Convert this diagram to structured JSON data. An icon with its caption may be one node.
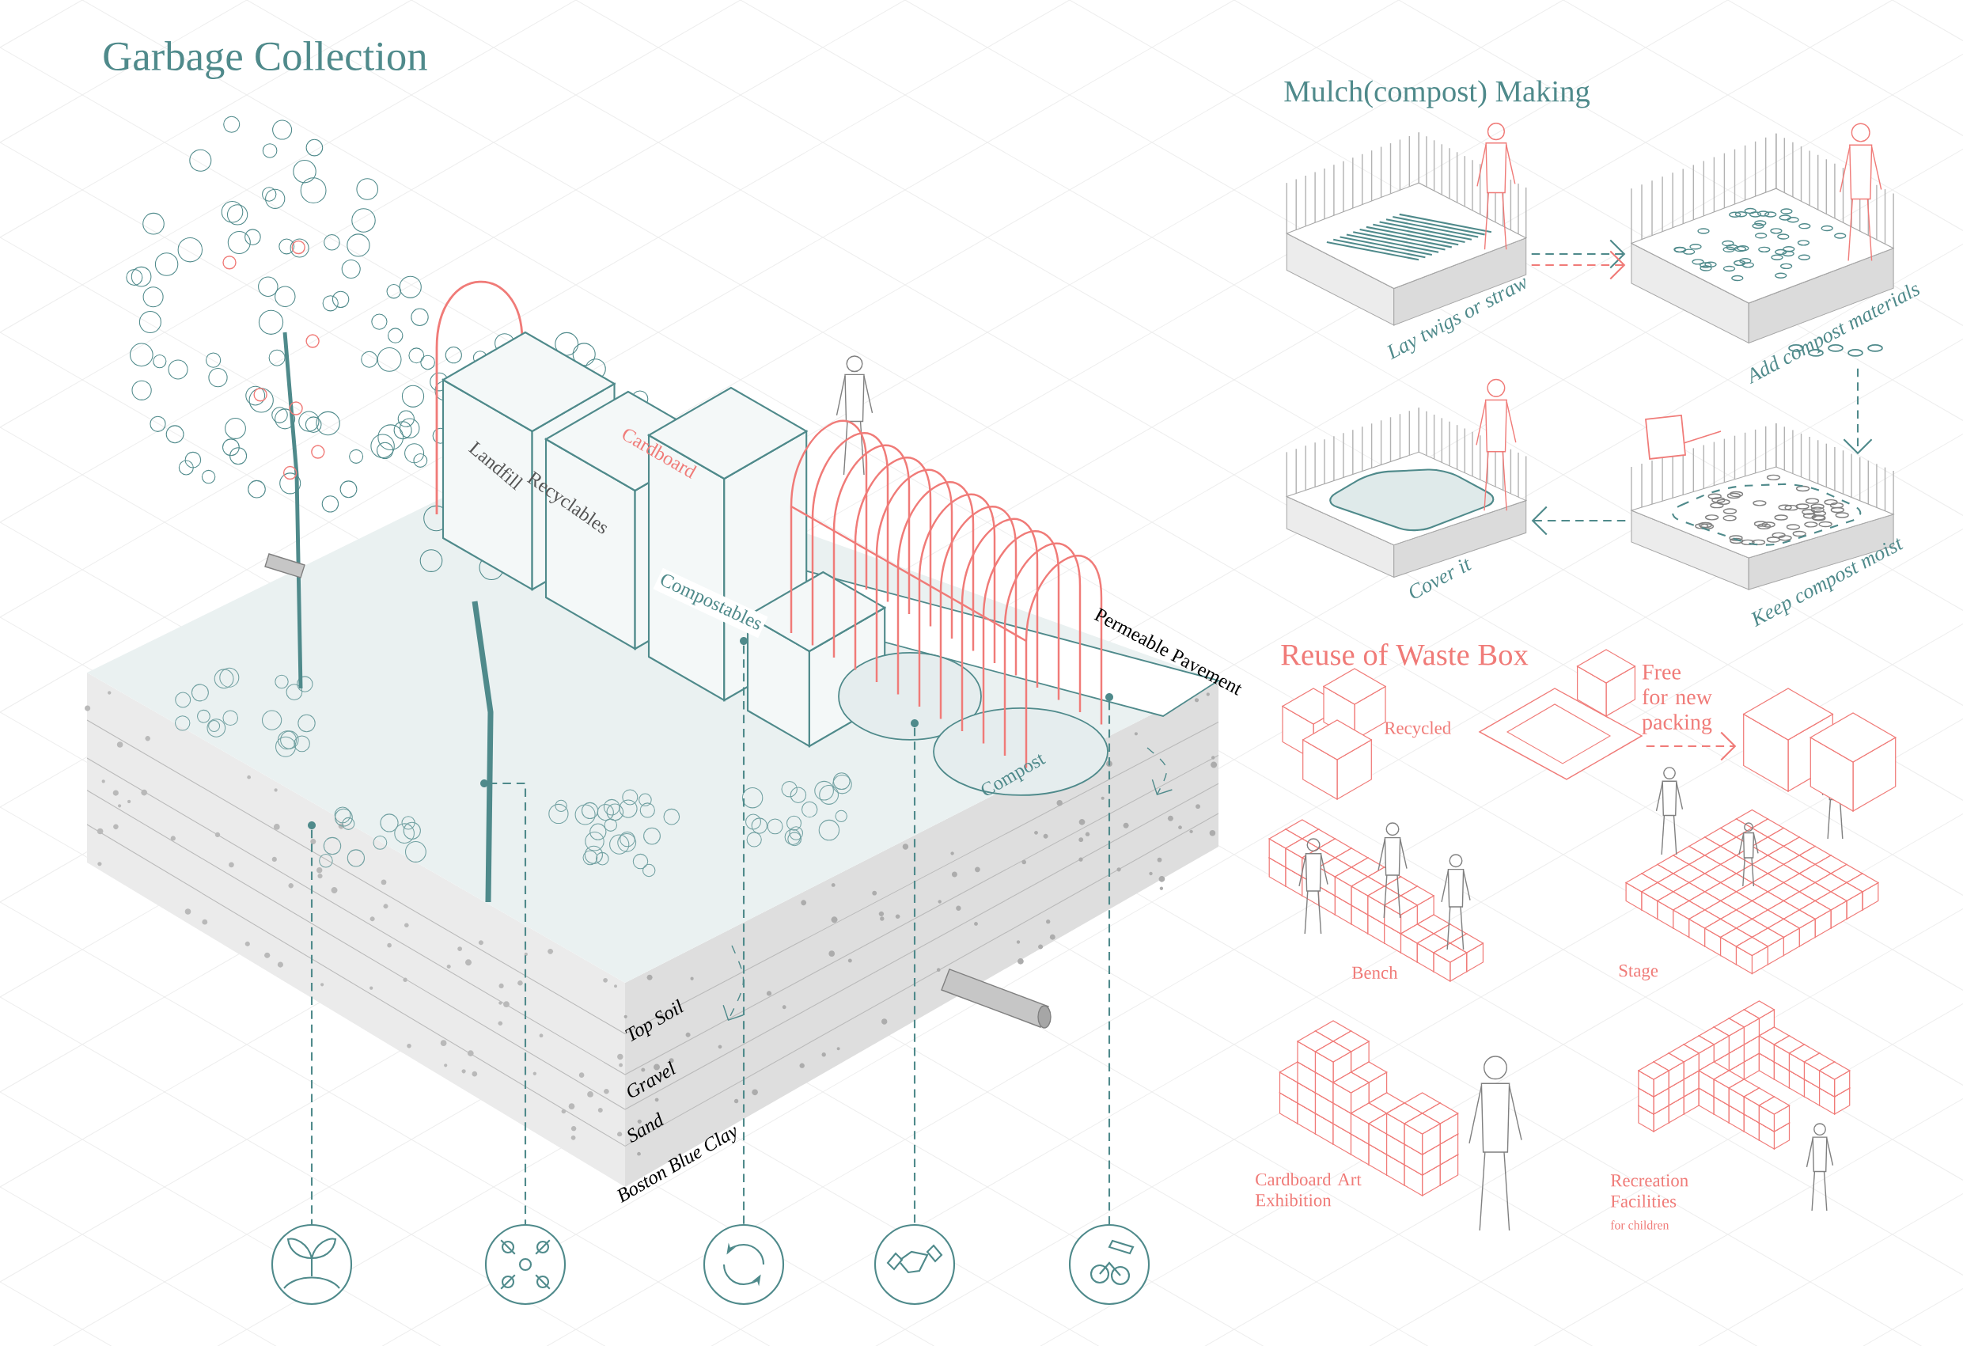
{
  "diagram": {
    "title": "Garbage Collection",
    "nodes": [
      {
        "text": [
          "Lay twigs or straw"
        ]
      },
      {
        "text": [
          "Add compost materials"
        ]
      },
      {
        "text": [
          "Cover it"
        ]
      },
      {
        "text": [
          "Keep compost moist"
        ]
      },
      {
        "text": [],
        "shape": "picture"
      },
      {
        "text": [],
        "shape": "picture"
      },
      {
        "text": [],
        "shape": "circle"
      },
      {
        "text": [],
        "shape": "circle"
      },
      {
        "text": [],
        "shape": "circle"
      },
      {
        "text": [],
        "shape": "circle"
      },
      {
        "text": [],
        "shape": "circle"
      },
      {
        "text": [],
        "shape": "circle"
      },
      {
        "text": [],
        "shape": "circle"
      },
      {
        "text": [],
        "shape": "circle"
      },
      {
        "text": [],
        "shape": "circle"
      },
      {
        "text": [],
        "shape": "circle"
      }
    ],
    "edges": [
      {
        "from": 0,
        "to": 1,
        "arrow": "to",
        "style": "dashed"
      },
      {
        "from": 0,
        "to": 1,
        "arrow": "to",
        "style": "dashed",
        "color": "#f07b78"
      },
      {
        "from": 1,
        "to": 3,
        "arrow": "to",
        "style": "dashed"
      },
      {
        "from": 3,
        "to": 2,
        "arrow": "to",
        "style": "dashed"
      },
      {
        "from": 4,
        "to": 5,
        "arrow": "to",
        "style": "dashed",
        "color": "#f07b78",
        "label": "Free for new packing"
      },
      {
        "from": 6,
        "to": 11,
        "arrow": "none",
        "style": "dashed"
      },
      {
        "from": 7,
        "to": 12,
        "arrow": "none",
        "style": "dashed"
      },
      {
        "from": 8,
        "to": 13,
        "arrow": "none",
        "style": "dashed"
      },
      {
        "from": 9,
        "to": 14,
        "arrow": "none",
        "style": "dashed"
      },
      {
        "from": 10,
        "to": 15,
        "arrow": "none",
        "style": "dashed"
      }
    ],
    "labels": [
      "Mulch(compost) Making",
      "Reuse of Waste Box",
      "Landfill",
      "Recyclables",
      "Cardboard",
      "Compostables",
      "Permeable Pavement",
      "Compost",
      "Top Soil",
      "Gravel",
      "Sand",
      "Boston Blue Clay",
      "Recycled",
      "Bench",
      "Stage",
      "Cardboard Art Exhibition",
      "Recreation Facilities",
      "for children"
    ]
  }
}
